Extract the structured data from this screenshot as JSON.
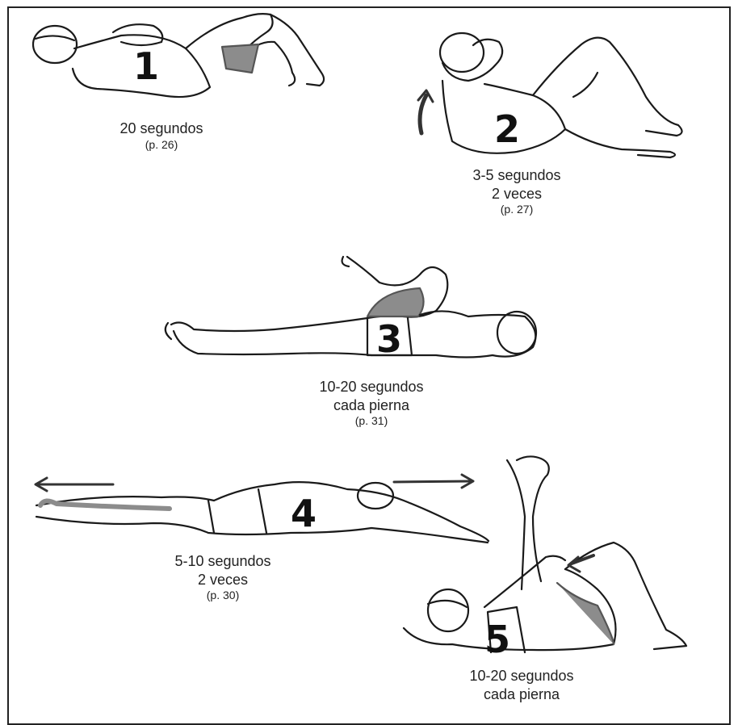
{
  "exercises": [
    {
      "number": "1",
      "line1": "20 segundos",
      "line2": "",
      "page": "(p. 26)"
    },
    {
      "number": "2",
      "line1": "3-5 segundos",
      "line2": "2 veces",
      "page": "(p. 27)"
    },
    {
      "number": "3",
      "line1": "10-20 segundos",
      "line2": "cada pierna",
      "page": "(p. 31)"
    },
    {
      "number": "4",
      "line1": "5-10 segundos",
      "line2": "2 veces",
      "page": "(p. 30)"
    },
    {
      "number": "5",
      "line1": "10-20 segundos",
      "line2": "cada pierna",
      "page": ""
    }
  ],
  "colors": {
    "line": "#1a1a1a",
    "stretch_shade": "#8c8c8c",
    "arrow": "#333333"
  }
}
